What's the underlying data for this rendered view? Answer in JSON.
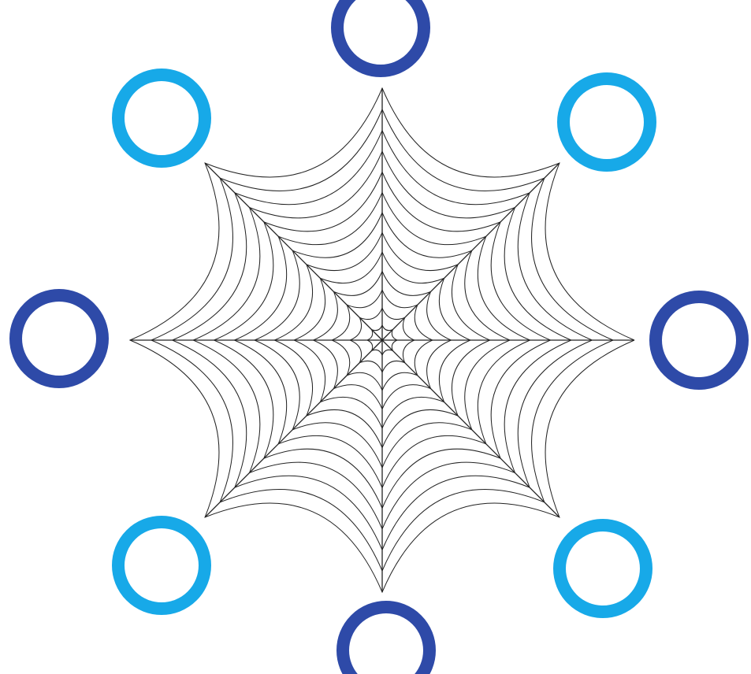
{
  "colors": {
    "background": "#ffffff",
    "web_line": "#222222",
    "ring_dark": "#2e4aa8",
    "ring_light": "#17a9e8"
  },
  "web": {
    "spokes": 8,
    "concentric_strands": 13
  },
  "rings": [
    {
      "name": "ring-top",
      "shade": "ring_dark"
    },
    {
      "name": "ring-top-right",
      "shade": "ring_light"
    },
    {
      "name": "ring-right",
      "shade": "ring_dark"
    },
    {
      "name": "ring-bottom-right",
      "shade": "ring_light"
    },
    {
      "name": "ring-bottom",
      "shade": "ring_dark"
    },
    {
      "name": "ring-bottom-left",
      "shade": "ring_light"
    },
    {
      "name": "ring-left",
      "shade": "ring_dark"
    },
    {
      "name": "ring-top-left",
      "shade": "ring_light"
    }
  ]
}
